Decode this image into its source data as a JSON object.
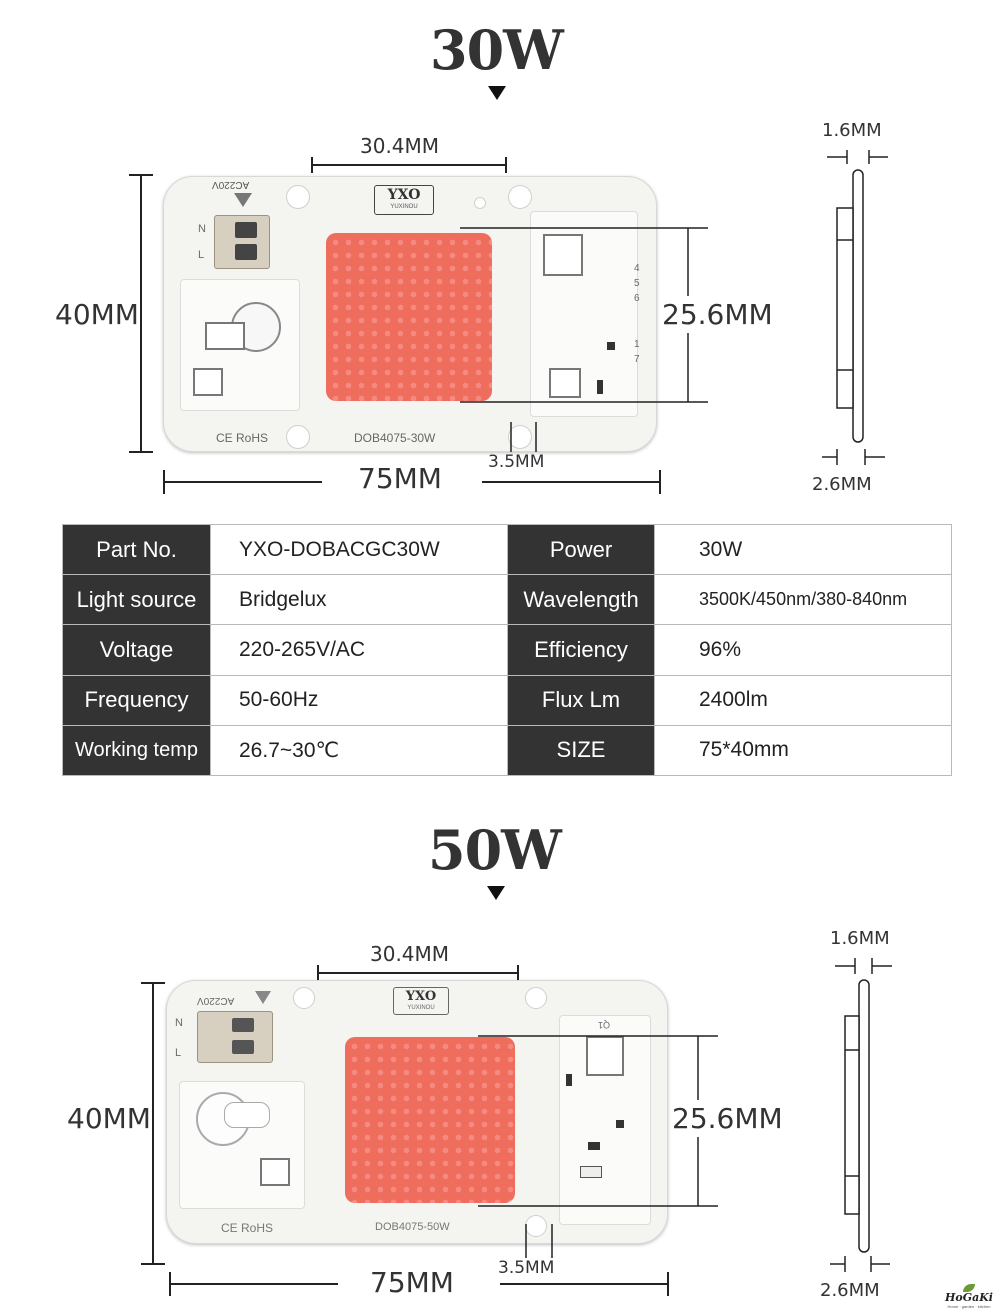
{
  "products": [
    {
      "title": "30W",
      "labels": {
        "width_top": "30.4MM",
        "height_left": "40MM",
        "led_height": "25.6MM",
        "bottom_width": "75MM",
        "gap": "3.5MM",
        "profile_top": "1.6MM",
        "profile_bottom": "2.6MM"
      },
      "board_text": {
        "brand": "YXO",
        "brand_sub": "YUXINOU",
        "ce": "CE RoHS",
        "model": "DOB4075-30W",
        "ac": "AC220V",
        "pins": "4 5 6",
        "pins2": "1 7",
        "n": "N",
        "l": "L"
      }
    },
    {
      "title": "50W",
      "labels": {
        "width_top": "30.4MM",
        "height_left": "40MM",
        "led_height": "25.6MM",
        "bottom_width": "75MM",
        "gap": "3.5MM",
        "profile_top": "1.6MM",
        "profile_bottom": "2.6MM"
      },
      "board_text": {
        "brand": "YXO",
        "brand_sub": "YUXINOU",
        "ce": "CE RoHS",
        "model": "DOB4075-50W",
        "ac": "AC220V",
        "q": "Q1",
        "n": "N",
        "l": "L"
      }
    }
  ],
  "specs": [
    {
      "k1": "Part No.",
      "v1": "YXO-DOBACGC30W",
      "k2": "Power",
      "v2": "30W"
    },
    {
      "k1": "Light source",
      "v1": "Bridgelux",
      "k2": "Wavelength",
      "v2": "3500K/450nm/380-840nm"
    },
    {
      "k1": "Voltage",
      "v1": "220-265V/AC",
      "k2": "Efficiency",
      "v2": "96%"
    },
    {
      "k1": "Frequency",
      "v1": "50-60Hz",
      "k2": "Flux Lm",
      "v2": "2400lm"
    },
    {
      "k1": "Working temp",
      "v1": "26.7~30℃",
      "k2": "SIZE",
      "v2": "75*40mm"
    }
  ],
  "watermark": {
    "name": "HoGaKi",
    "tagline": "Home · garden · kitchen"
  },
  "colors": {
    "led": "#ef6d5c",
    "table_header": "#333333",
    "board": "#f4f4f1"
  }
}
